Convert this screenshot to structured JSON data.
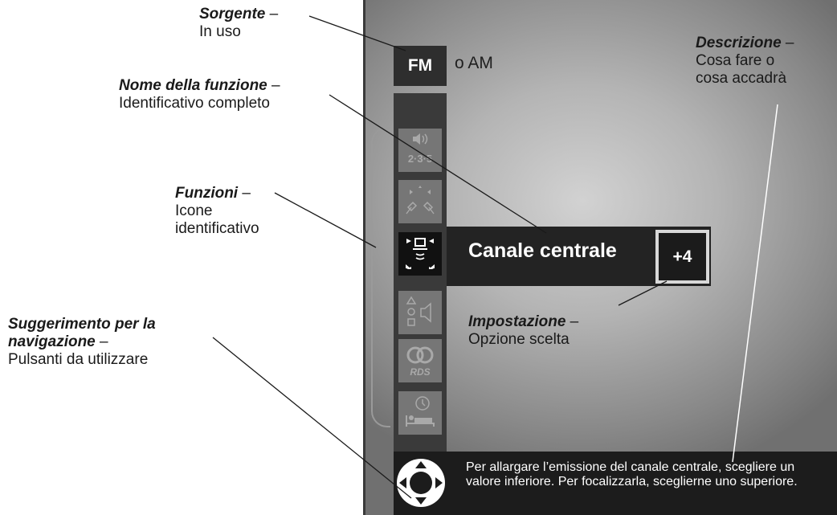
{
  "screen": {
    "source": "FM",
    "source_alt": "o AM",
    "function_name": "Canale centrale",
    "setting_value": "+4",
    "navigation_text": "Per allargare l’emissione del canale centrale, scegliere un valore inferiore. Per focalizzarla, sceglierne uno superiore.",
    "icons": [
      {
        "name": "speaker-235-icon",
        "label": "2·3·5"
      },
      {
        "name": "surround-speakers-icon"
      },
      {
        "name": "center-channel-icon",
        "selected": true
      },
      {
        "name": "speaker-shapes-icon"
      },
      {
        "name": "rds-icon",
        "label": "RDS"
      },
      {
        "name": "sleep-timer-icon"
      }
    ],
    "nav_icon": "dpad-icon"
  },
  "callouts": {
    "source": {
      "title": "Sorgente",
      "dash": " –",
      "text": "In uso"
    },
    "function_name": {
      "title": "Nome della funzione",
      "dash": " –",
      "text": "Identificativo completo"
    },
    "functions": {
      "title": "Funzioni",
      "dash": " –",
      "text1": "Icone",
      "text2": "identificativo"
    },
    "navigation": {
      "title1": "Suggerimento per la",
      "title2": "navigazione",
      "dash": " –",
      "text": "Pulsanti da utilizzare"
    },
    "description": {
      "title": "Descrizione",
      "dash": " –",
      "text1": "Cosa fare o",
      "text2": "cosa accadrà"
    },
    "setting": {
      "title": "Impostazione",
      "dash": " –",
      "text": "Opzione scelta"
    }
  }
}
